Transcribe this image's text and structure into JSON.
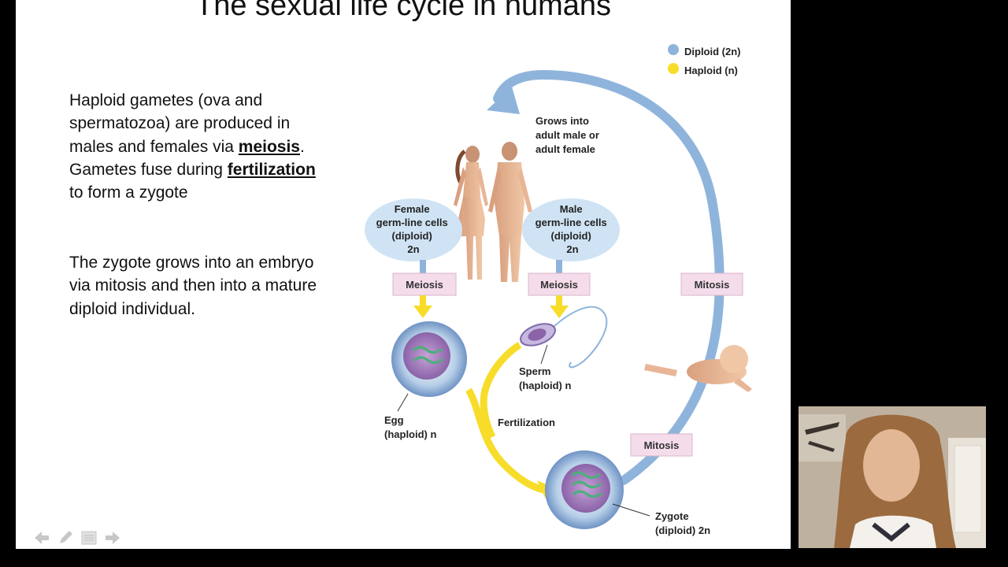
{
  "slide": {
    "title": "The sexual life cycle in humans",
    "para1": {
      "t1": "Haploid gametes (ova and spermatozoa) are produced in males and females via ",
      "kw1": "meiosis",
      "t2": ". Gametes fuse during ",
      "kw2": "fertilization",
      "t3": " to form a zygote"
    },
    "para2": "The zygote grows into an embryo via mitosis and then into a mature diploid individual."
  },
  "legend": {
    "diploid": "Diploid (2n)",
    "haploid": "Haploid (n)"
  },
  "colors": {
    "diploid": "#8fb4dc",
    "haploid": "#f7dc2a",
    "stage_box": "#f5dcea",
    "cell_bubble": "#cfe3f4"
  },
  "diagram": {
    "grows_into": [
      "Grows into",
      "adult male or",
      "adult female"
    ],
    "female_cells": [
      "Female",
      "germ-line cells",
      "(diploid)",
      "2n"
    ],
    "male_cells": [
      "Male",
      "germ-line cells",
      "(diploid)",
      "2n"
    ],
    "meiosis_female": "Meiosis",
    "meiosis_male": "Meiosis",
    "mitosis_right": "Mitosis",
    "mitosis_bottom": "Mitosis",
    "sperm": [
      "Sperm",
      "(haploid) n"
    ],
    "egg": [
      "Egg",
      "(haploid) n"
    ],
    "fertilization": "Fertilization",
    "zygote": [
      "Zygote",
      "(diploid) 2n"
    ]
  },
  "toolbar": {
    "icons": [
      "back-arrow-icon",
      "pen-icon",
      "menu-icon",
      "forward-arrow-icon"
    ]
  }
}
